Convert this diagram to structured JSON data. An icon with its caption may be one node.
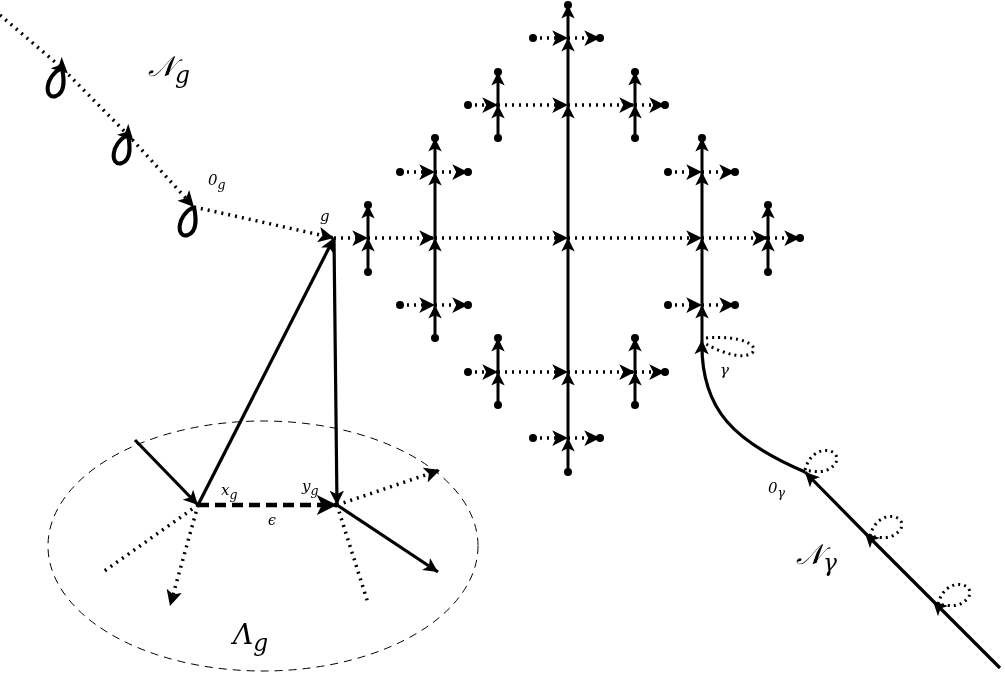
{
  "diagram": {
    "nodes": [
      {
        "text": [
          "0$_{g}$"
        ]
      },
      {
        "text": [
          "g"
        ]
      },
      {
        "text": [
          "γ"
        ]
      },
      {
        "text": [
          "Λ$_{g}$"
        ]
      },
      {
        "text": [
          "x$_{g}$"
        ],
        "in": 3
      },
      {
        "text": [
          "y$_{g}$"
        ],
        "in": 3
      },
      {
        "text": [
          "0$_{γ}$"
        ]
      }
    ],
    "edges": [
      {
        "from": null,
        "to": 0,
        "arrow": "to",
        "style": "dashed"
      },
      {
        "from": 0,
        "to": 1,
        "arrow": "to",
        "style": "dashed"
      },
      {
        "from": 4,
        "to": 1,
        "arrow": "to"
      },
      {
        "from": 1,
        "to": 5,
        "arrow": "to"
      },
      {
        "from": 4,
        "to": 5,
        "arrow": "to",
        "style": "dashed",
        "label": "ϵ"
      },
      {
        "from": null,
        "to": 4,
        "arrow": "to"
      },
      {
        "from": 4,
        "to": null,
        "arrow": "to",
        "style": "dashed"
      },
      {
        "from": 4,
        "to": null,
        "arrow": "none",
        "style": "dashed"
      },
      {
        "from": 5,
        "to": null,
        "arrow": "to"
      },
      {
        "from": 5,
        "to": null,
        "arrow": "to",
        "style": "dashed"
      },
      {
        "from": 5,
        "to": null,
        "arrow": "none",
        "style": "dashed"
      },
      {
        "from": 6,
        "to": 2,
        "arrow": "to"
      },
      {
        "from": null,
        "to": 6,
        "arrow": "to"
      },
      {
        "from": 1,
        "to": null,
        "arrow": "to",
        "style": "dashed"
      }
    ],
    "labels": [
      "𝒩$_{g}$",
      "𝒩$_{γ}$"
    ]
  }
}
